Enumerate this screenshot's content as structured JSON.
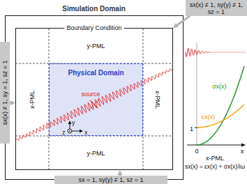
{
  "diagram": {
    "title": "Simulation Domain",
    "nodes": [
      {
        "text": [
          "Boundary Condition"
        ]
      },
      {
        "text": [
          "y-PML"
        ],
        "in": 0
      },
      {
        "text": [
          "x-PML"
        ],
        "in": 0
      },
      {
        "text": [
          "Physical Domain"
        ],
        "in": 0
      },
      {
        "text": [
          "x-PML"
        ],
        "in": 0
      },
      {
        "text": [
          "y-PML"
        ],
        "in": 0
      },
      {
        "text": [
          "sx(x) ≠ 1, sy(y) ≠ 1, sz = 1"
        ]
      },
      {
        "text": [
          "sx(x) ≠ 1, sy = 1, sz = 1"
        ]
      },
      {
        "text": [
          "sx = 1, sy(y) ≠ 1, sz = 1"
        ]
      }
    ],
    "edges": [
      {
        "from": 6,
        "to": 0,
        "arrow": "to"
      },
      {
        "from": 7,
        "to": 2,
        "arrow": "to"
      },
      {
        "from": 8,
        "to": 5,
        "arrow": "to"
      }
    ],
    "labels": [
      "source",
      "y",
      "x",
      "z",
      "σx(x)",
      "εx(x)",
      "1",
      "0",
      "x",
      "x-PML",
      "sx(x) = εx(x) + σx(x)/iω"
    ]
  }
}
